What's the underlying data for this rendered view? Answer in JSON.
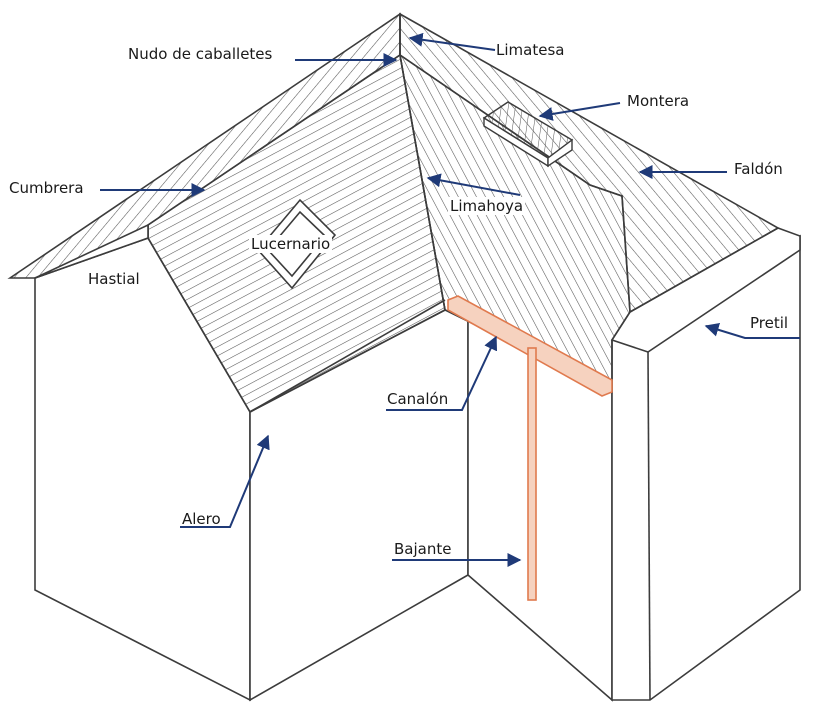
{
  "diagram": {
    "labels": {
      "limatesa": "Limatesa",
      "nudo": "Nudo de caballetes",
      "montera": "Montera",
      "cumbrera": "Cumbrera",
      "falden": "Faldón",
      "limahoya": "Limahoya",
      "lucernario": "Lucernario",
      "hastial": "Hastial",
      "pretil": "Pretil",
      "canalon": "Canalón",
      "alero": "Alero",
      "bajante": "Bajante"
    },
    "colors": {
      "leader": "#1f3a78",
      "line": "#3c3c3c",
      "gutter": "#e07a4e",
      "gutter_fill": "#f6d2bf"
    }
  }
}
